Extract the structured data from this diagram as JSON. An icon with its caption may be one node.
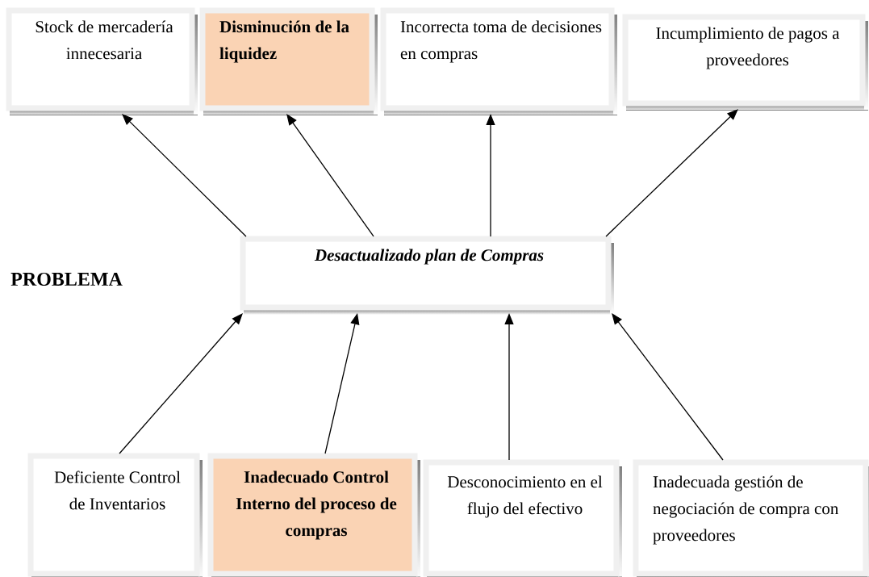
{
  "diagram": {
    "nodes": [
      {
        "text": [
          "Stock de mercadería innecesaria"
        ]
      },
      {
        "text": [
          "Disminución de la liquidez"
        ]
      },
      {
        "text": [
          "Incorrecta toma de decisiones en compras"
        ]
      },
      {
        "text": [
          "Incumplimiento de pagos a proveedores"
        ]
      },
      {
        "text": [
          "Desactualizado plan de Compras"
        ]
      },
      {
        "text": [
          "Deficiente Control de Inventarios"
        ]
      },
      {
        "text": [
          "Inadecuado Control Interno del proceso de compras"
        ]
      },
      {
        "text": [
          "Desconocimiento en el flujo del efectivo"
        ]
      },
      {
        "text": [
          "Inadecuada gestión de negociación de compra con proveedores"
        ]
      }
    ],
    "edges": [
      {
        "from": 4,
        "to": 0,
        "arrow": "to"
      },
      {
        "from": 4,
        "to": 1,
        "arrow": "to"
      },
      {
        "from": 4,
        "to": 2,
        "arrow": "to"
      },
      {
        "from": 4,
        "to": 3,
        "arrow": "to"
      },
      {
        "from": 5,
        "to": 4,
        "arrow": "to"
      },
      {
        "from": 6,
        "to": 4,
        "arrow": "to"
      },
      {
        "from": 7,
        "to": 4,
        "arrow": "to"
      },
      {
        "from": 8,
        "to": 4,
        "arrow": "to"
      }
    ],
    "labels": [
      "PROBLEMA"
    ]
  }
}
